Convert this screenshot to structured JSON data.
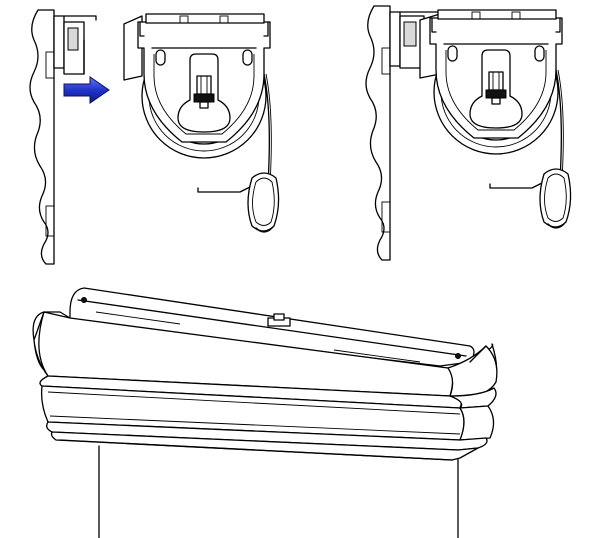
{
  "figure": {
    "panels": [
      "bracket-unlocked-with-arrow",
      "bracket-engaged",
      "headrail-valance"
    ],
    "colors": {
      "line": "#000000",
      "background": "#ffffff",
      "arrow": "#2233cc"
    }
  }
}
